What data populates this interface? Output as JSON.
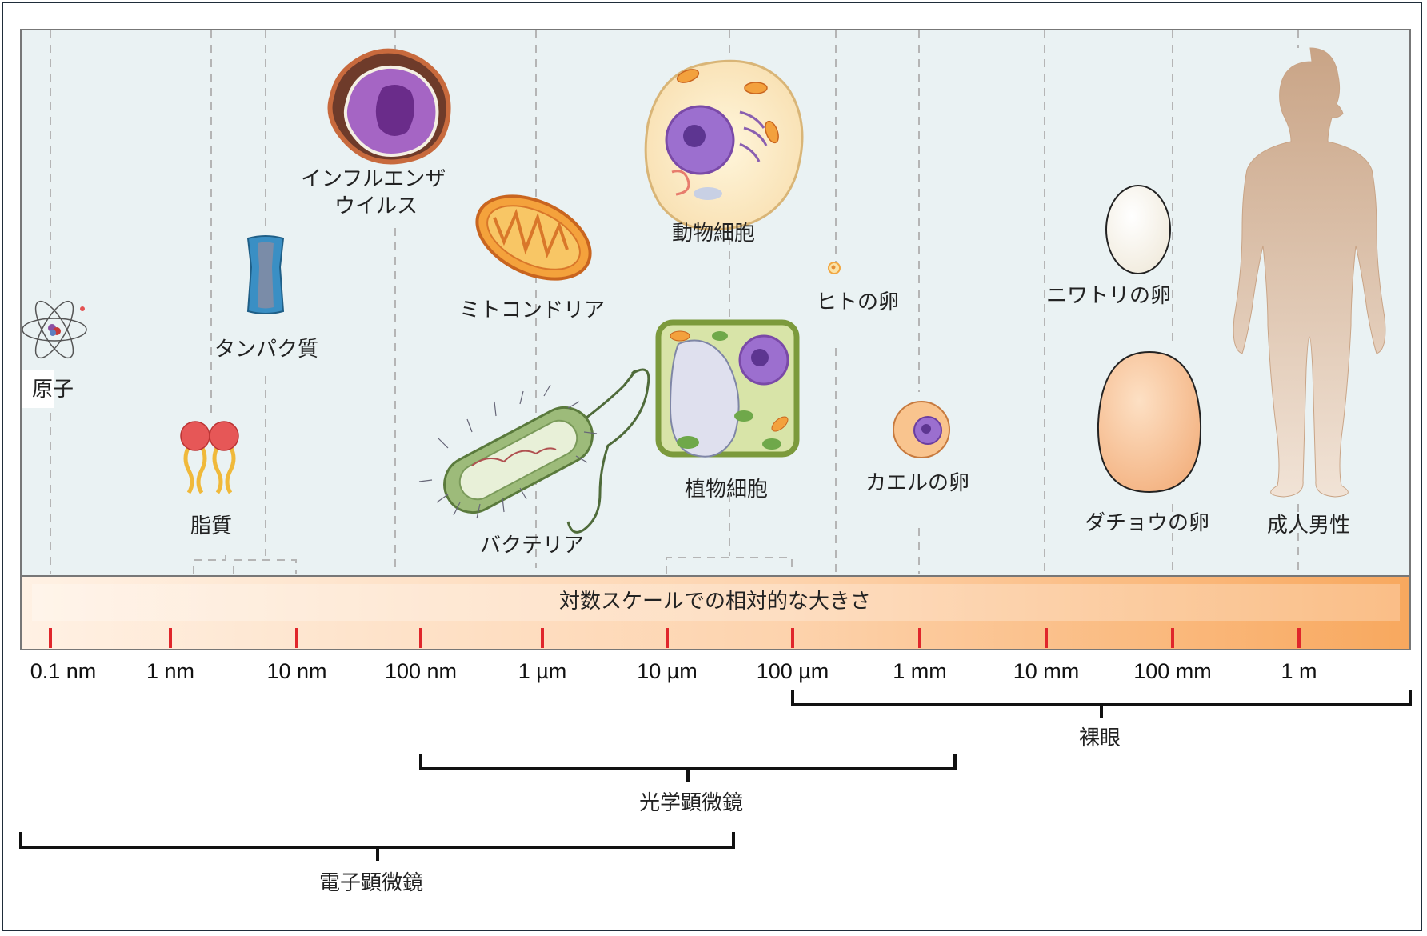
{
  "colors": {
    "panel_bg": "#eaf2f3",
    "panel_border": "#777777",
    "gridline": "#b5b5b5",
    "scale_bar_light": "#fff0e0",
    "scale_bar_dark": "#f9b06a",
    "tick_mark": "#e0262b",
    "bracket": "#111111"
  },
  "scale": {
    "title": "対数スケールでの相対的な大きさ",
    "ticks": [
      "0.1 nm",
      "1 nm",
      "10 nm",
      "100 nm",
      "1 µm",
      "10 µm",
      "100 µm",
      "1 mm",
      "10 mm",
      "100 mm",
      "1 m"
    ]
  },
  "objects": [
    {
      "key": "atom",
      "label": "原子"
    },
    {
      "key": "lipid",
      "label": "脂質"
    },
    {
      "key": "protein",
      "label": "タンパク質"
    },
    {
      "key": "virus",
      "label_lines": [
        "インフルエンザ",
        "ウイルス"
      ]
    },
    {
      "key": "mitochondria",
      "label": "ミトコンドリア"
    },
    {
      "key": "bacteria",
      "label": "バクテリア"
    },
    {
      "key": "animal_cell",
      "label": "動物細胞"
    },
    {
      "key": "plant_cell",
      "label": "植物細胞"
    },
    {
      "key": "human_egg",
      "label": "ヒトの卵"
    },
    {
      "key": "frog_egg",
      "label": "カエルの卵"
    },
    {
      "key": "chicken_egg",
      "label": "ニワトリの卵"
    },
    {
      "key": "ostrich_egg",
      "label": "ダチョウの卵"
    },
    {
      "key": "adult_man",
      "label": "成人男性"
    }
  ],
  "ranges": [
    {
      "key": "naked_eye",
      "label": "裸眼",
      "from": "100 µm",
      "to": "beyond 1 m"
    },
    {
      "key": "light_microscope",
      "label": "光学顕微鏡",
      "from": "100 nm",
      "to": "1 mm"
    },
    {
      "key": "electron_microscope",
      "label": "電子顕微鏡",
      "from": "below 0.1 nm",
      "to": "10 µm"
    }
  ]
}
